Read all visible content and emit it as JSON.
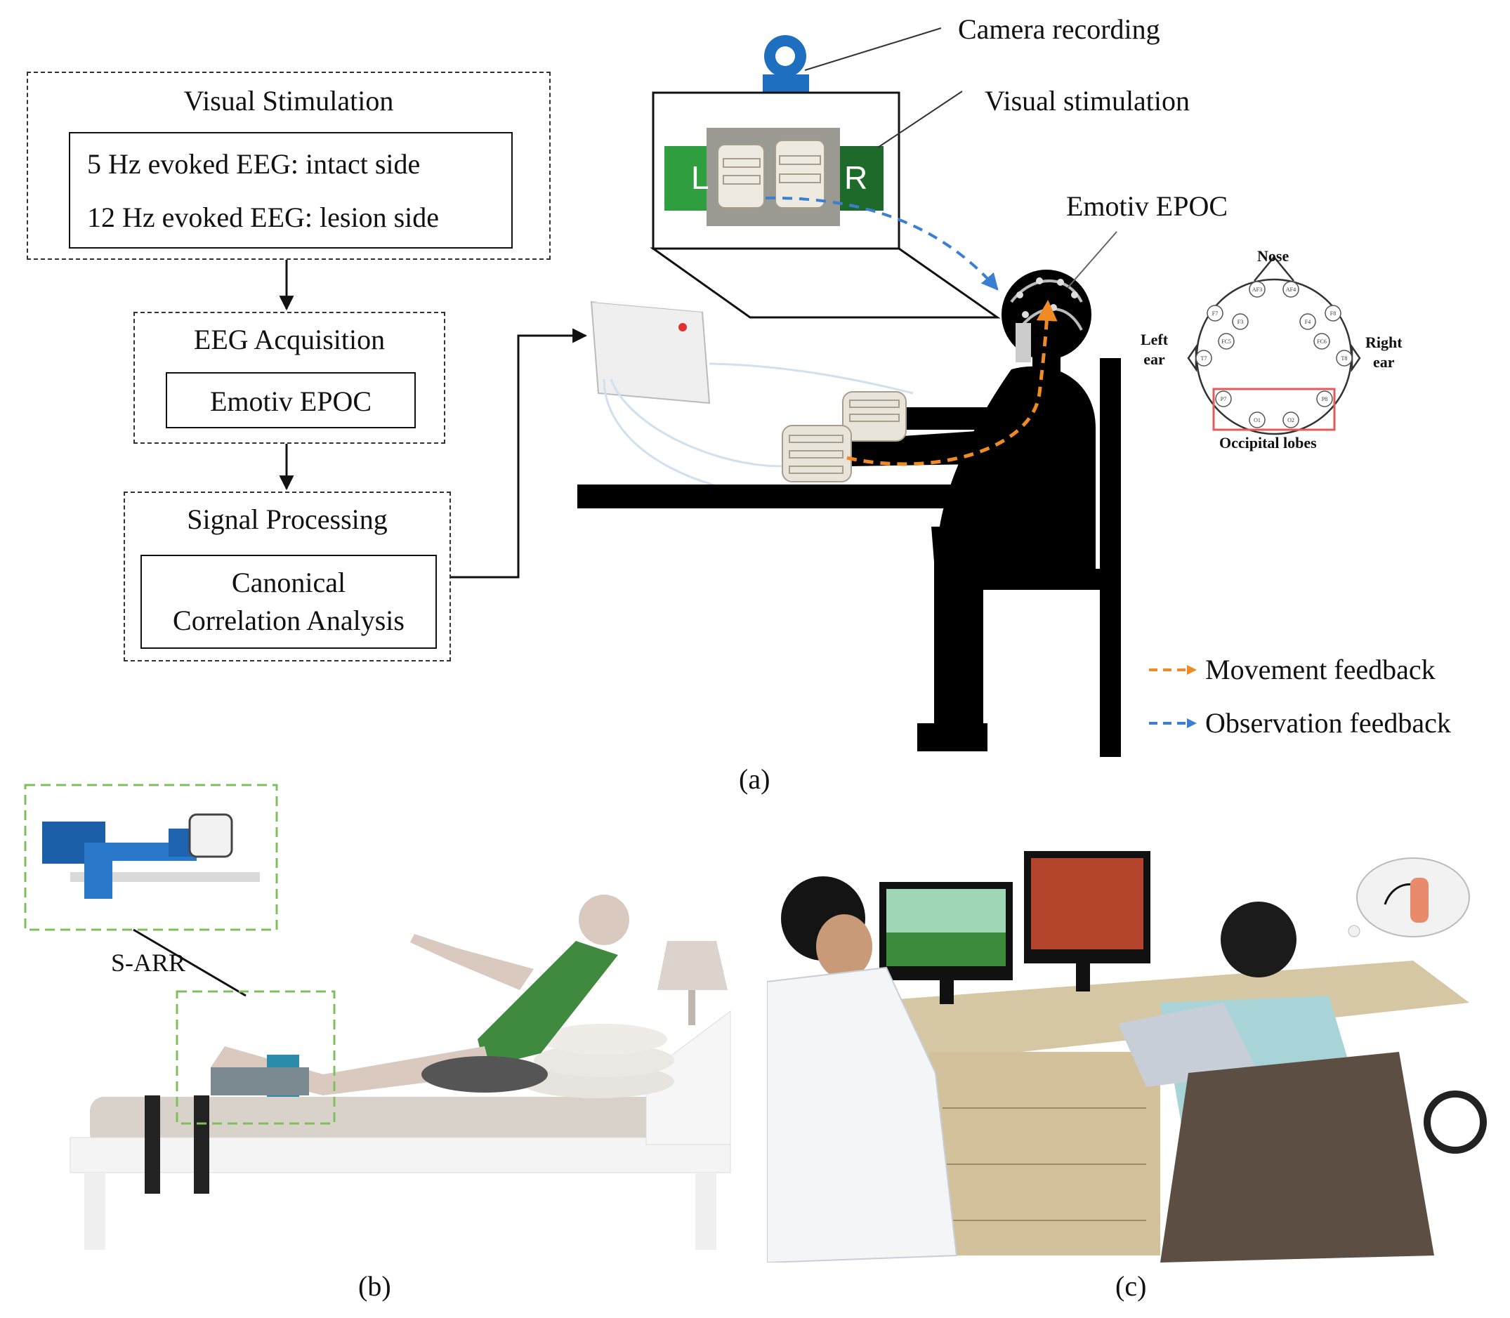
{
  "panel_a": {
    "flow": {
      "visual_stimulation": {
        "title": "Visual Stimulation",
        "line1": "5 Hz evoked EEG: intact side",
        "line2": "12 Hz evoked EEG: lesion side"
      },
      "eeg_acquisition": {
        "title": "EEG Acquisition",
        "device": "Emotiv EPOC"
      },
      "signal_processing": {
        "title": "Signal Processing",
        "method_line1": "Canonical",
        "method_line2": "Correlation Analysis"
      }
    },
    "scene": {
      "camera_label": "Camera recording",
      "visual_stim_label": "Visual stimulation",
      "headset_label": "Emotiv EPOC",
      "screen_left": "L",
      "screen_right": "R"
    },
    "electrode_map": {
      "nose": "Nose",
      "left_ear_1": "Left",
      "left_ear_2": "ear",
      "right_ear_1": "Right",
      "right_ear_2": "ear",
      "region": "Occipital lobes",
      "electrodes": [
        "AF3",
        "AF4",
        "F7",
        "F8",
        "F3",
        "F4",
        "FC5",
        "FC6",
        "T7",
        "T8",
        "P7",
        "P8",
        "O1",
        "O2"
      ]
    },
    "legend": {
      "movement": "Movement  feedback",
      "observation": "Observation  feedback",
      "movement_color": "#f08a24",
      "observation_color": "#3a7fd0"
    },
    "caption": "(a)"
  },
  "panel_b": {
    "label": "S-ARR",
    "caption": "(b)"
  },
  "panel_c": {
    "caption": "(c)"
  }
}
